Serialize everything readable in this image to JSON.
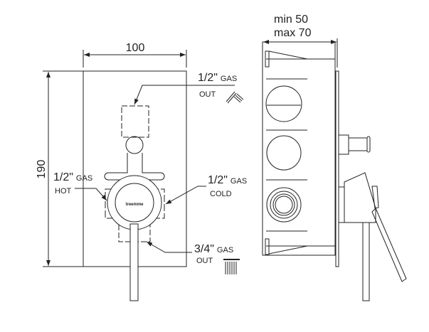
{
  "front_view": {
    "width_dim": "100",
    "height_dim": "190",
    "brand": "treemme",
    "outlets": {
      "top": {
        "size": "1/2\"",
        "unit": "GAS",
        "label": "OUT"
      },
      "hot": {
        "size": "1/2\"",
        "unit": "GAS",
        "label": "HOT"
      },
      "cold": {
        "size": "1/2\"",
        "unit": "GAS",
        "label": "COLD"
      },
      "bottom": {
        "size": "3/4\"",
        "unit": "GAS",
        "label": "OUT"
      }
    }
  },
  "side_view": {
    "depth_min": "min 50",
    "depth_max": "max 70"
  }
}
